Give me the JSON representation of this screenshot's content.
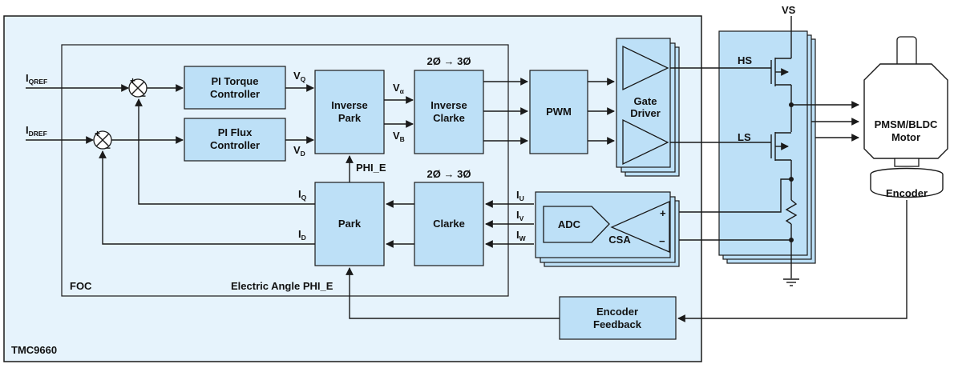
{
  "chip": {
    "label": "TMC9660"
  },
  "foc": {
    "label": "FOC",
    "electric_angle": "Electric Angle PHI_E"
  },
  "inputs": {
    "iq_main": "I",
    "iq_sub": "QREF",
    "id_main": "I",
    "id_sub": "DREF"
  },
  "blocks": {
    "pi_torque": [
      "PI Torque",
      "Controller"
    ],
    "pi_flux": [
      "PI Flux",
      "Controller"
    ],
    "inverse_park": [
      "Inverse",
      "Park"
    ],
    "inverse_clarke": [
      "Inverse",
      "Clarke"
    ],
    "pwm": "PWM",
    "gate_driver": [
      "Gate",
      "Driver"
    ],
    "park": "Park",
    "clarke": "Clarke",
    "adc": "ADC",
    "csa": "CSA",
    "encoder_feedback": [
      "Encoder",
      "Feedback"
    ],
    "motor": [
      "PMSM/BLDC",
      "Motor"
    ],
    "encoder": "Encoder"
  },
  "transforms": {
    "top": "2Ø → 3Ø",
    "bottom": "2Ø → 3Ø"
  },
  "signals": {
    "vq_main": "V",
    "vq_sub": "Q",
    "vd_main": "V",
    "vd_sub": "D",
    "valpha_main": "V",
    "valpha_sub": "α",
    "vbeta_main": "V",
    "vbeta_sub": "B",
    "phi_e": "PHI_E",
    "iq_fb_main": "I",
    "iq_fb_sub": "Q",
    "id_fb_main": "I",
    "id_fb_sub": "D",
    "iu_main": "I",
    "iu_sub": "U",
    "iv_main": "I",
    "iv_sub": "V",
    "iw_main": "I",
    "iw_sub": "W",
    "plus": "+",
    "minus": "−"
  },
  "power": {
    "vs": "VS",
    "hs": "HS",
    "ls": "LS"
  }
}
